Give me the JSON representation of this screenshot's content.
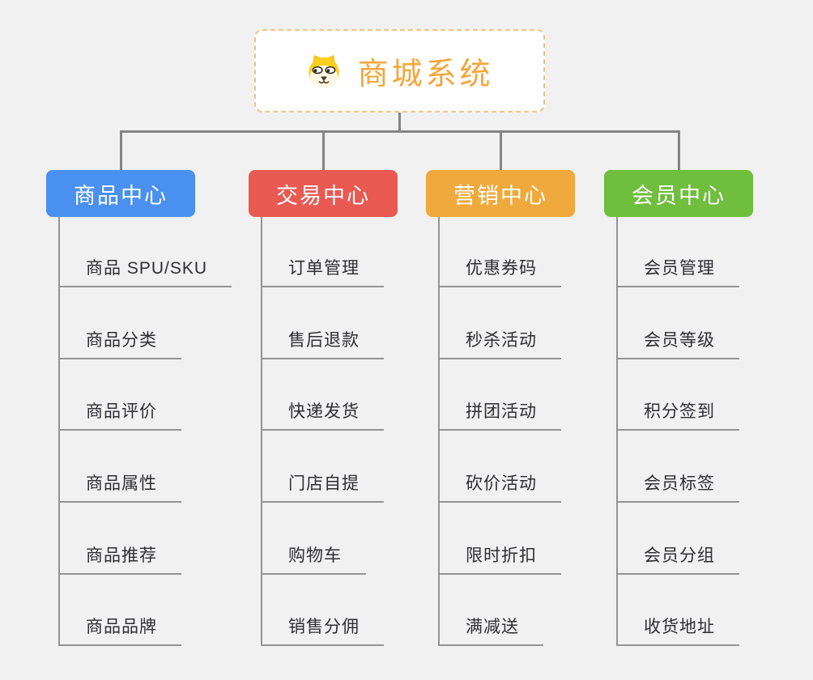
{
  "root": {
    "title": "商城系统",
    "title_color": "#f5a53b",
    "border_color": "#f2c383",
    "icon": "dog-face-icon"
  },
  "colors": {
    "background": "#f1f1f1",
    "connector": "#848484",
    "leaf_line": "#949494",
    "leaf_text": "#2e2e33"
  },
  "branches": [
    {
      "id": "product-center",
      "label": "商品中心",
      "color": "#4a90ee",
      "children": [
        "商品 SPU/SKU",
        "商品分类",
        "商品评价",
        "商品属性",
        "商品推荐",
        "商品品牌"
      ]
    },
    {
      "id": "trade-center",
      "label": "交易中心",
      "color": "#e85a52",
      "children": [
        "订单管理",
        "售后退款",
        "快递发货",
        "门店自提",
        "购物车",
        "销售分佣"
      ]
    },
    {
      "id": "marketing-center",
      "label": "营销中心",
      "color": "#efa93d",
      "children": [
        "优惠券码",
        "秒杀活动",
        "拼团活动",
        "砍价活动",
        "限时折扣",
        "满减送"
      ]
    },
    {
      "id": "member-center",
      "label": "会员中心",
      "color": "#6fbe3e",
      "children": [
        "会员管理",
        "会员等级",
        "积分签到",
        "会员标签",
        "会员分组",
        "收货地址"
      ]
    }
  ]
}
